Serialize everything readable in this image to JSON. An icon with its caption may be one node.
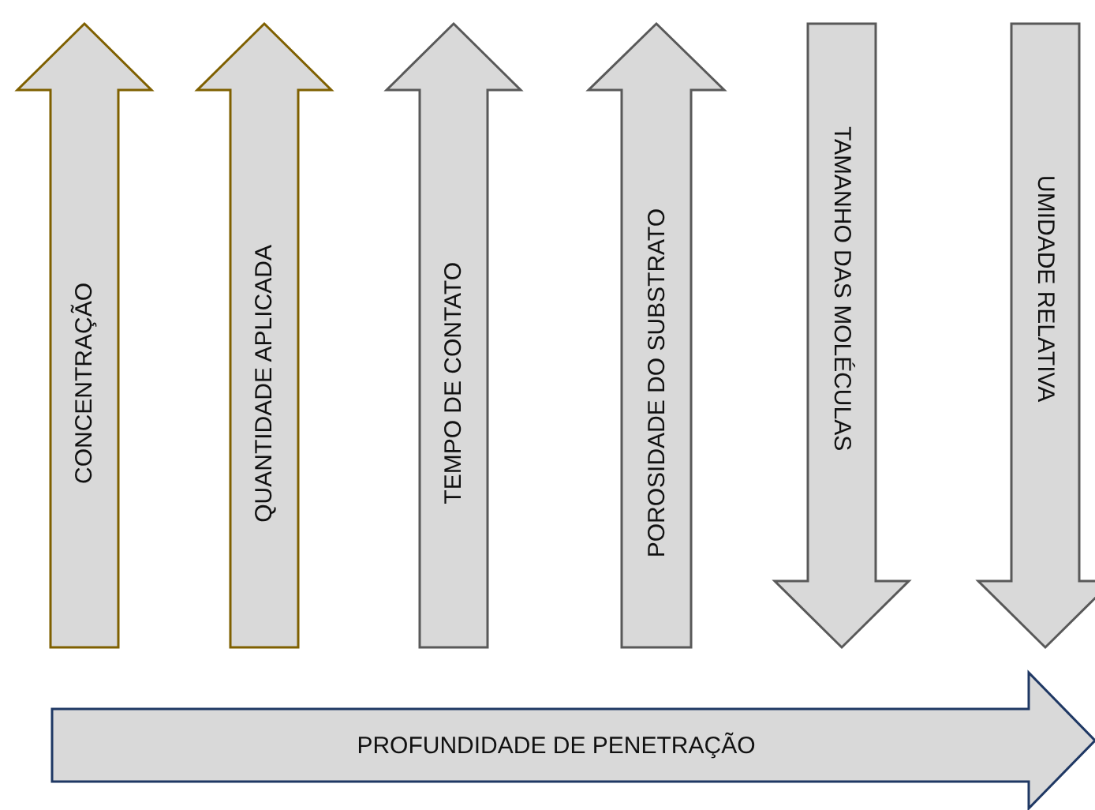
{
  "diagram": {
    "nodes": [
      {
        "text": [
          "CONCENTRAÇÃO"
        ]
      },
      {
        "text": [
          "QUANTIDADE APLICADA"
        ]
      },
      {
        "text": [
          "TEMPO DE CONTATO"
        ]
      },
      {
        "text": [
          "POROSIDADE DO SUBSTRATO"
        ]
      },
      {
        "text": [
          "TAMANHO DAS MOLÉCULAS"
        ]
      },
      {
        "text": [
          "UMIDADE RELATIVA"
        ]
      },
      {
        "text": [
          "PROFUNDIDADE DE PENETRAÇÃO"
        ]
      }
    ]
  }
}
